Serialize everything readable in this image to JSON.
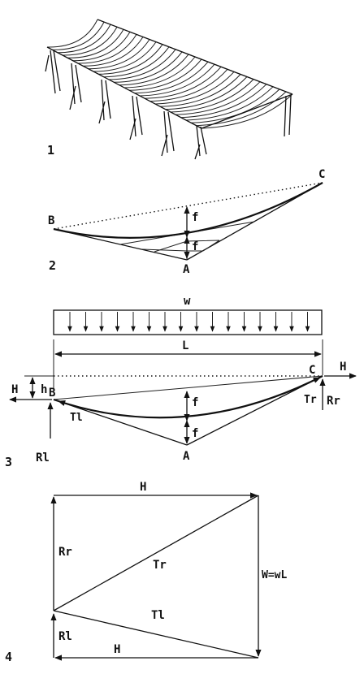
{
  "figures": [
    {
      "number": "1"
    },
    {
      "number": "2",
      "labels": {
        "b": "B",
        "c": "C",
        "a": "A",
        "f_upper": "f",
        "f_lower": "f"
      }
    },
    {
      "number": "3",
      "labels": {
        "w": "w",
        "l": "L",
        "h_small": "h",
        "h_left": "H",
        "h_right": "H",
        "b": "B",
        "c": "C",
        "a": "A",
        "tl": "Tl",
        "tr": "Tr",
        "rr": "Rr",
        "rl": "Rl",
        "f_upper": "f",
        "f_lower": "f"
      }
    },
    {
      "number": "4",
      "labels": {
        "h_top": "H",
        "h_bottom": "H",
        "rr": "Rr",
        "rl": "Rl",
        "tr": "Tr",
        "tl": "Tl",
        "w_eq": "W=wL"
      }
    }
  ]
}
